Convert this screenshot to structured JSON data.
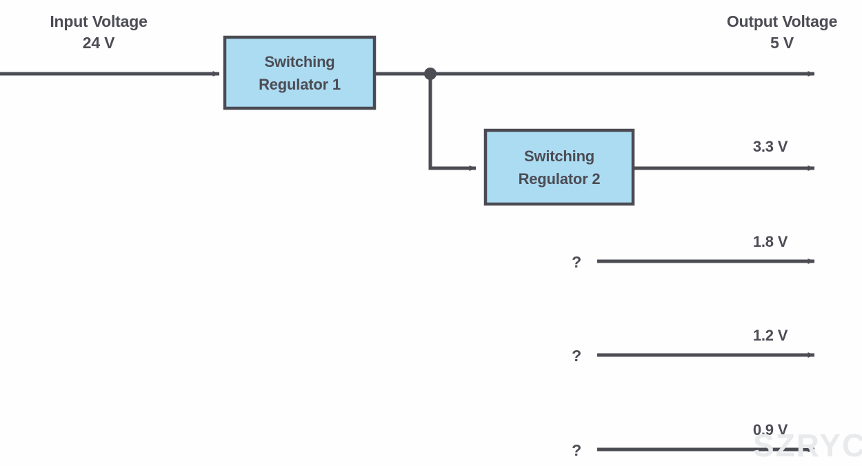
{
  "diagram": {
    "title_left": "Input Voltage",
    "title_left_value": "24 V",
    "title_right": "Output Voltage",
    "title_right_value": "5 V",
    "blocks": [
      {
        "line1": "Switching",
        "line2": "Regulator 1"
      },
      {
        "line1": "Switching",
        "line2": "Regulator 2"
      }
    ],
    "rails": [
      {
        "label": "3.3 V",
        "source": ""
      },
      {
        "label": "1.8 V",
        "source": "?"
      },
      {
        "label": "1.2 V",
        "source": "?"
      },
      {
        "label": "0.9 V",
        "source": "?"
      }
    ],
    "watermark": "SZRYC",
    "colors": {
      "block_fill": "#ACDCF2",
      "block_stroke": "#4A4A52",
      "line": "#4C4C54",
      "text": "#4C4C54",
      "background": "#FEFEFF",
      "watermark": "#E9EAEC"
    }
  }
}
